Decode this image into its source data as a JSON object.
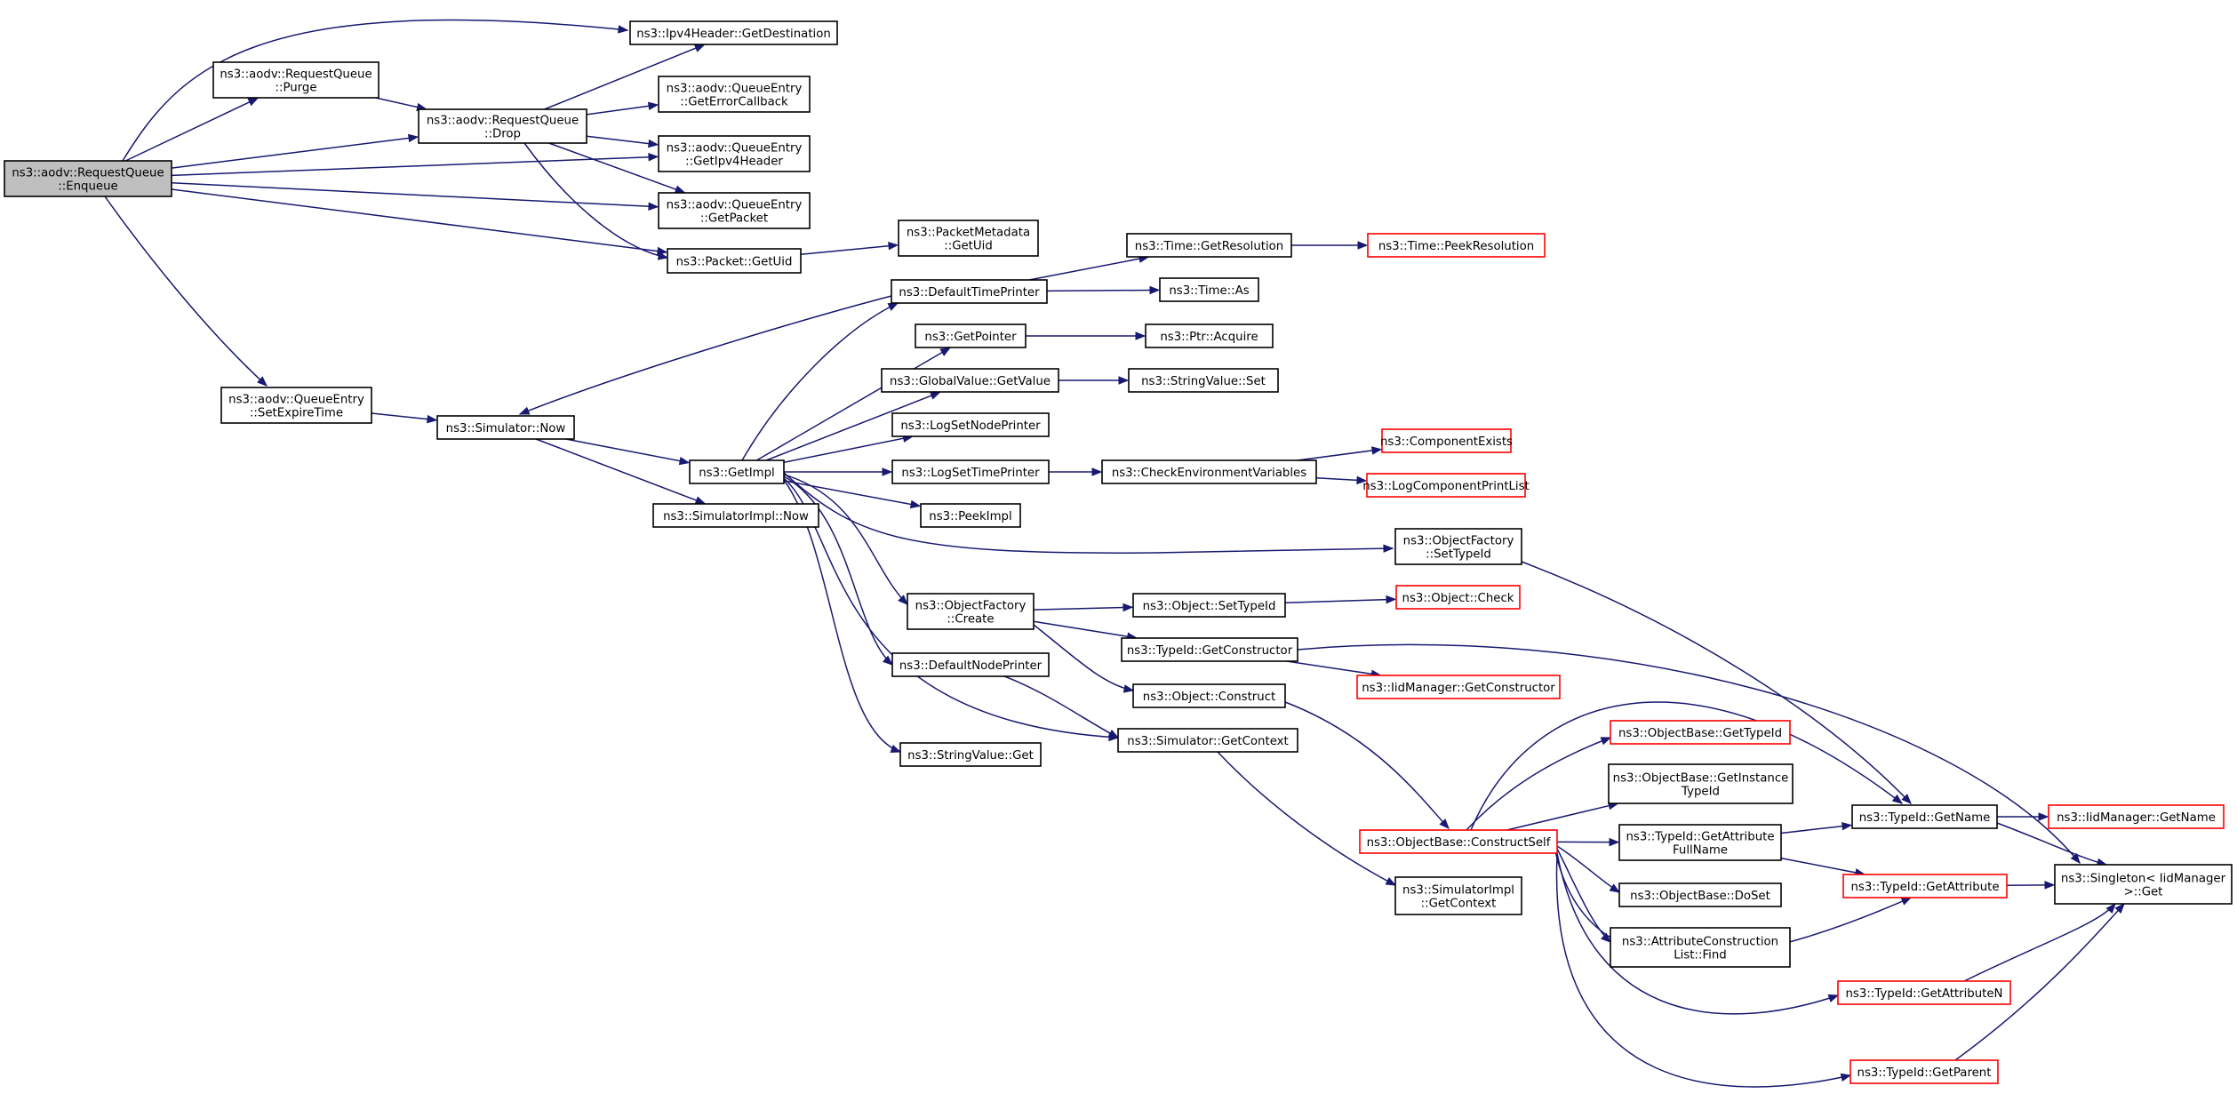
{
  "colors": {
    "edge": "#191970",
    "root_fill": "#bfbfbf",
    "normal_border": "#000000",
    "truncated_border": "#ff0000"
  },
  "nodes": [
    {
      "id": "enqueue",
      "lines": [
        "ns3::aodv::RequestQueue",
        "::Enqueue"
      ],
      "style": "root"
    },
    {
      "id": "purge",
      "lines": [
        "ns3::aodv::RequestQueue",
        "::Purge"
      ],
      "style": "normal"
    },
    {
      "id": "getdest",
      "lines": [
        "ns3::Ipv4Header::GetDestination"
      ],
      "style": "normal"
    },
    {
      "id": "drop",
      "lines": [
        "ns3::aodv::RequestQueue",
        "::Drop"
      ],
      "style": "normal"
    },
    {
      "id": "geterrcb",
      "lines": [
        "ns3::aodv::QueueEntry",
        "::GetErrorCallback"
      ],
      "style": "normal"
    },
    {
      "id": "getipv4",
      "lines": [
        "ns3::aodv::QueueEntry",
        "::GetIpv4Header"
      ],
      "style": "normal"
    },
    {
      "id": "getpacket",
      "lines": [
        "ns3::aodv::QueueEntry",
        "::GetPacket"
      ],
      "style": "normal"
    },
    {
      "id": "pktgetuid",
      "lines": [
        "ns3::Packet::GetUid"
      ],
      "style": "normal"
    },
    {
      "id": "pmgetuid",
      "lines": [
        "ns3::PacketMetadata",
        "::GetUid"
      ],
      "style": "normal"
    },
    {
      "id": "setexpire",
      "lines": [
        "ns3::aodv::QueueEntry",
        "::SetExpireTime"
      ],
      "style": "normal"
    },
    {
      "id": "simnow",
      "lines": [
        "ns3::Simulator::Now"
      ],
      "style": "normal"
    },
    {
      "id": "simimplnow",
      "lines": [
        "ns3::SimulatorImpl::Now"
      ],
      "style": "normal"
    },
    {
      "id": "getimpl",
      "lines": [
        "ns3::GetImpl"
      ],
      "style": "normal"
    },
    {
      "id": "deftimeprinter",
      "lines": [
        "ns3::DefaultTimePrinter"
      ],
      "style": "normal"
    },
    {
      "id": "getres",
      "lines": [
        "ns3::Time::GetResolution"
      ],
      "style": "normal"
    },
    {
      "id": "peekres",
      "lines": [
        "ns3::Time::PeekResolution"
      ],
      "style": "truncated"
    },
    {
      "id": "timeas",
      "lines": [
        "ns3::Time::As"
      ],
      "style": "normal"
    },
    {
      "id": "getpointer",
      "lines": [
        "ns3::GetPointer"
      ],
      "style": "normal"
    },
    {
      "id": "ptracquire",
      "lines": [
        "ns3::Ptr::Acquire"
      ],
      "style": "normal"
    },
    {
      "id": "gvgetvalue",
      "lines": [
        "ns3::GlobalValue::GetValue"
      ],
      "style": "normal"
    },
    {
      "id": "svset",
      "lines": [
        "ns3::StringValue::Set"
      ],
      "style": "normal"
    },
    {
      "id": "lognodeprinter",
      "lines": [
        "ns3::LogSetNodePrinter"
      ],
      "style": "normal"
    },
    {
      "id": "logtimeprinter",
      "lines": [
        "ns3::LogSetTimePrinter"
      ],
      "style": "normal"
    },
    {
      "id": "checkenv",
      "lines": [
        "ns3::CheckEnvironmentVariables"
      ],
      "style": "normal"
    },
    {
      "id": "compexists",
      "lines": [
        "ns3::ComponentExists"
      ],
      "style": "truncated"
    },
    {
      "id": "logcompprint",
      "lines": [
        "ns3::LogComponentPrintList"
      ],
      "style": "truncated"
    },
    {
      "id": "peekimpl",
      "lines": [
        "ns3::PeekImpl"
      ],
      "style": "normal"
    },
    {
      "id": "ofsettypeid",
      "lines": [
        "ns3::ObjectFactory",
        "::SetTypeId"
      ],
      "style": "normal"
    },
    {
      "id": "ofcreate",
      "lines": [
        "ns3::ObjectFactory",
        "::Create"
      ],
      "style": "normal"
    },
    {
      "id": "objsettypeid",
      "lines": [
        "ns3::Object::SetTypeId"
      ],
      "style": "normal"
    },
    {
      "id": "objcheck",
      "lines": [
        "ns3::Object::Check"
      ],
      "style": "truncated"
    },
    {
      "id": "tidgetctor",
      "lines": [
        "ns3::TypeId::GetConstructor"
      ],
      "style": "normal"
    },
    {
      "id": "iidgetctor",
      "lines": [
        "ns3::IidManager::GetConstructor"
      ],
      "style": "truncated"
    },
    {
      "id": "defnodeprinter",
      "lines": [
        "ns3::DefaultNodePrinter"
      ],
      "style": "normal"
    },
    {
      "id": "objconstruct",
      "lines": [
        "ns3::Object::Construct"
      ],
      "style": "normal"
    },
    {
      "id": "simgetctx",
      "lines": [
        "ns3::Simulator::GetContext"
      ],
      "style": "normal"
    },
    {
      "id": "svget",
      "lines": [
        "ns3::StringValue::Get"
      ],
      "style": "normal"
    },
    {
      "id": "obgettypeid",
      "lines": [
        "ns3::ObjectBase::GetTypeId"
      ],
      "style": "truncated"
    },
    {
      "id": "obgetinst",
      "lines": [
        "ns3::ObjectBase::GetInstance",
        "TypeId"
      ],
      "style": "normal"
    },
    {
      "id": "obconstructself",
      "lines": [
        "ns3::ObjectBase::ConstructSelf"
      ],
      "style": "truncated"
    },
    {
      "id": "tidgetattrfull",
      "lines": [
        "ns3::TypeId::GetAttribute",
        "FullName"
      ],
      "style": "normal"
    },
    {
      "id": "obdoset",
      "lines": [
        "ns3::ObjectBase::DoSet"
      ],
      "style": "normal"
    },
    {
      "id": "acfind",
      "lines": [
        "ns3::AttributeConstruction",
        "List::Find"
      ],
      "style": "normal"
    },
    {
      "id": "simimplgetctx",
      "lines": [
        "ns3::SimulatorImpl",
        "::GetContext"
      ],
      "style": "normal"
    },
    {
      "id": "tidgetname",
      "lines": [
        "ns3::TypeId::GetName"
      ],
      "style": "normal"
    },
    {
      "id": "iidgetname",
      "lines": [
        "ns3::IidManager::GetName"
      ],
      "style": "truncated"
    },
    {
      "id": "tidgetattr",
      "lines": [
        "ns3::TypeId::GetAttribute"
      ],
      "style": "truncated"
    },
    {
      "id": "singletonget",
      "lines": [
        "ns3::Singleton< IidManager",
        ">::Get"
      ],
      "style": "normal"
    },
    {
      "id": "tidgetattrn",
      "lines": [
        "ns3::TypeId::GetAttributeN"
      ],
      "style": "truncated"
    },
    {
      "id": "tidgetparent",
      "lines": [
        "ns3::TypeId::GetParent"
      ],
      "style": "truncated"
    }
  ],
  "edges": [
    [
      "enqueue",
      "getdest"
    ],
    [
      "enqueue",
      "purge"
    ],
    [
      "enqueue",
      "drop"
    ],
    [
      "enqueue",
      "getipv4"
    ],
    [
      "enqueue",
      "getpacket"
    ],
    [
      "enqueue",
      "pktgetuid"
    ],
    [
      "enqueue",
      "setexpire"
    ],
    [
      "purge",
      "drop"
    ],
    [
      "drop",
      "getdest"
    ],
    [
      "drop",
      "geterrcb"
    ],
    [
      "drop",
      "getipv4"
    ],
    [
      "drop",
      "getpacket"
    ],
    [
      "drop",
      "pktgetuid"
    ],
    [
      "pktgetuid",
      "pmgetuid"
    ],
    [
      "setexpire",
      "simnow"
    ],
    [
      "simnow",
      "getimpl"
    ],
    [
      "simnow",
      "simimplnow"
    ],
    [
      "deftimeprinter",
      "simnow"
    ],
    [
      "deftimeprinter",
      "getres"
    ],
    [
      "deftimeprinter",
      "timeas"
    ],
    [
      "getres",
      "peekres"
    ],
    [
      "getimpl",
      "deftimeprinter"
    ],
    [
      "getimpl",
      "getpointer"
    ],
    [
      "getimpl",
      "gvgetvalue"
    ],
    [
      "getimpl",
      "lognodeprinter"
    ],
    [
      "getimpl",
      "logtimeprinter"
    ],
    [
      "getimpl",
      "peekimpl"
    ],
    [
      "getimpl",
      "ofsettypeid"
    ],
    [
      "getimpl",
      "ofcreate"
    ],
    [
      "getimpl",
      "defnodeprinter"
    ],
    [
      "getimpl",
      "simgetctx"
    ],
    [
      "getimpl",
      "svget"
    ],
    [
      "getpointer",
      "ptracquire"
    ],
    [
      "gvgetvalue",
      "svset"
    ],
    [
      "logtimeprinter",
      "checkenv"
    ],
    [
      "checkenv",
      "compexists"
    ],
    [
      "checkenv",
      "logcompprint"
    ],
    [
      "ofsettypeid",
      "tidgetname"
    ],
    [
      "ofcreate",
      "objsettypeid"
    ],
    [
      "ofcreate",
      "tidgetctor"
    ],
    [
      "ofcreate",
      "objconstruct"
    ],
    [
      "objsettypeid",
      "objcheck"
    ],
    [
      "tidgetctor",
      "iidgetctor"
    ],
    [
      "tidgetctor",
      "singletonget"
    ],
    [
      "defnodeprinter",
      "simgetctx"
    ],
    [
      "objconstruct",
      "obconstructself"
    ],
    [
      "simgetctx",
      "simimplgetctx"
    ],
    [
      "obconstructself",
      "obgettypeid"
    ],
    [
      "obconstructself",
      "obgetinst"
    ],
    [
      "obconstructself",
      "tidgetattrfull"
    ],
    [
      "obconstructself",
      "obdoset"
    ],
    [
      "obconstructself",
      "acfind"
    ],
    [
      "obconstructself",
      "tidgetname"
    ],
    [
      "obconstructself",
      "tidgetattr"
    ],
    [
      "obconstructself",
      "tidgetattrn"
    ],
    [
      "obconstructself",
      "tidgetparent"
    ],
    [
      "tidgetattrfull",
      "tidgetname"
    ],
    [
      "tidgetattrfull",
      "tidgetattr"
    ],
    [
      "tidgetname",
      "iidgetname"
    ],
    [
      "tidgetname",
      "singletonget"
    ],
    [
      "tidgetattr",
      "singletonget"
    ],
    [
      "tidgetattrn",
      "singletonget"
    ],
    [
      "tidgetparent",
      "singletonget"
    ]
  ]
}
